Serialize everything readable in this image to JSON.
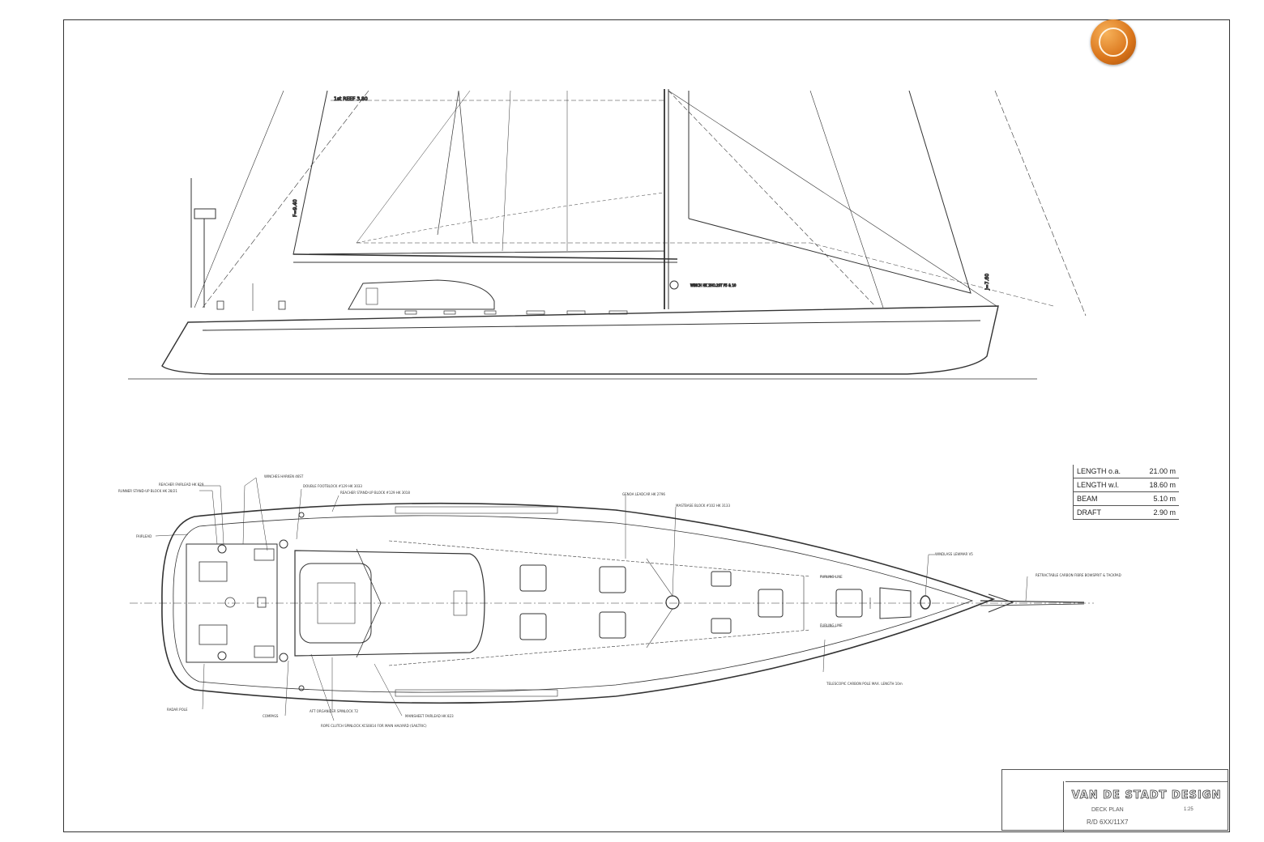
{
  "sail_plan": {
    "reef_label": "1st REEF 3.80",
    "main_height_label": "F=9.40",
    "jib_height_label": "J=7.60",
    "winch_note": "WINCH HK 2HO.2ST P5 & 10"
  },
  "deck_callouts": {
    "top_left": [
      "REACHER FAIRLEAD HK 829",
      "RUNNER STAND-UP BLOCK HK 28/21",
      "WINCHES HARKEN 46ST",
      "DOUBLE FOOTBLOCK #129 HK 3033",
      "REACHER STAND-UP BLOCK #129 HK 3018",
      "FAIRLEAD"
    ],
    "top_right": [
      "GENOA LEADCAR HK 2796",
      "MASTBASE BLOCK #102 HK 3133",
      "WINDLASS LEWMAR V5",
      "RETRACTABLE CARBON FIBRE BOWSPRIT & TACKPAD"
    ],
    "bottom": [
      "RADAR POLE",
      "COMPASS",
      "AFT ORGANIZER SPINLOCK 72",
      "ROPE CLUTCH SPINLOCK XCS0814 FOR MAIN HALYARD (SAILTRIC)",
      "MAINSHEET FAIRLEAD HK 823",
      "TELESCOPIC CARBON POLE MAX. LENGTH 10m"
    ],
    "furling": [
      "FURLING LINE",
      "FURLING LINE"
    ]
  },
  "specs": [
    {
      "label": "LENGTH o.a.",
      "value": "21.00 m"
    },
    {
      "label": "LENGTH w.l.",
      "value": "18.60 m"
    },
    {
      "label": "BEAM",
      "value": "5.10 m"
    },
    {
      "label": "DRAFT",
      "value": "2.90 m"
    }
  ],
  "title_block": {
    "brand": "VAN DE STADT DESIGN",
    "drawing_title": "DECK PLAN",
    "scale": "1:25",
    "drawing_number": "R/D 6XX/11X7"
  },
  "logo": {
    "icon": "bird-icon",
    "color": "#d9741a"
  }
}
